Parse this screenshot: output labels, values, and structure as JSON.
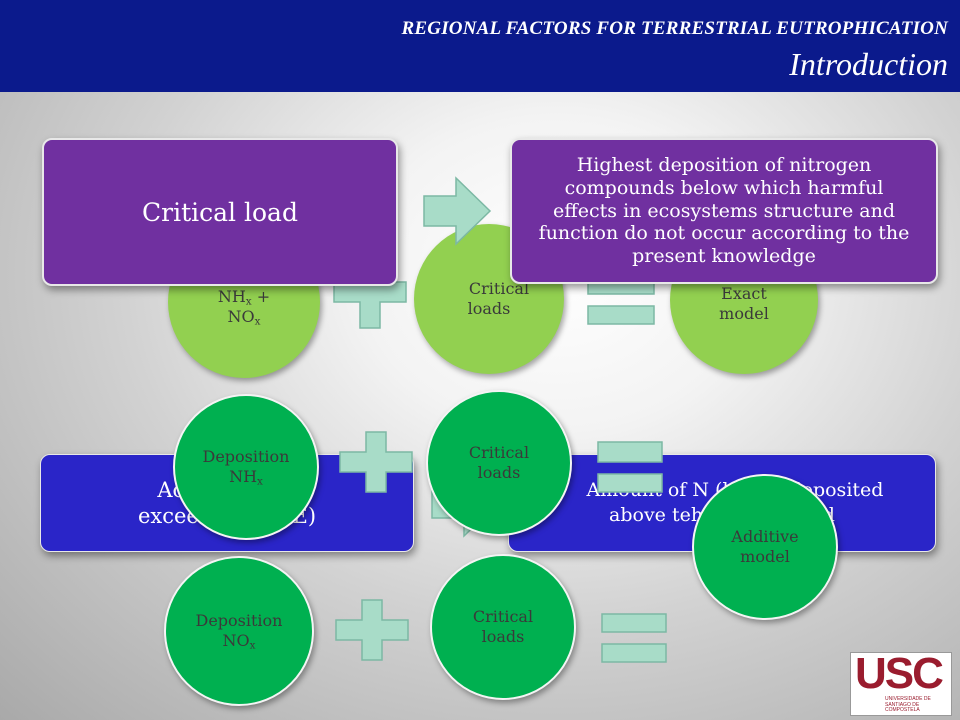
{
  "header": {
    "title": "REGIONAL FACTORS FOR TERRESTRIAL EUTROPHICATION",
    "subtitle": "Introduction"
  },
  "row1": {
    "circle_left_text": "NHx + NOx",
    "circle_left_main_a": "NH",
    "circle_left_sub_a": "x",
    "circle_left_plus": " + ",
    "circle_left_main_b": "NO",
    "circle_left_sub_b": "x",
    "circle_mid_line1": "Critical",
    "circle_mid_line2": "loads",
    "circle_right_line1": "Exact",
    "circle_right_line2": "model",
    "critical_load_box": "Critical load",
    "definition_box": "Highest deposition of nitrogen compounds below which harmful effects in ecosystems structure and function do not occur according to the present knowledge"
  },
  "row2": {
    "left_box_line1": "Accumulated",
    "left_box_line2": "exceedance (AE)",
    "right_box_line1": "Amount of N (kg/ha) deposited",
    "right_box_line2": "above tehe critical load",
    "deposition_nh_line1": "Deposition",
    "deposition_nh_main": "NH",
    "deposition_nh_sub": "x",
    "critical_loads_a_line1": "Critical",
    "critical_loads_a_line2": "loads",
    "additive_line1": "Additive",
    "additive_line2": "model"
  },
  "row3": {
    "deposition_no_line1": "Deposition",
    "deposition_no_main": "NO",
    "deposition_no_sub": "x",
    "critical_loads_b_line1": "Critical",
    "critical_loads_b_line2": "loads"
  },
  "logo": {
    "text": "USC",
    "small": "UNIVERSIDADE DE SANTIAGO DE COMPOSTELA"
  },
  "colors": {
    "header": "#0b1a8c",
    "lime": "#92d050",
    "green": "#00b050",
    "purple": "#7030a0",
    "blue": "#2a25c8",
    "symbol_fill": "#a8dcc8",
    "logo": "#9a1c2e"
  }
}
